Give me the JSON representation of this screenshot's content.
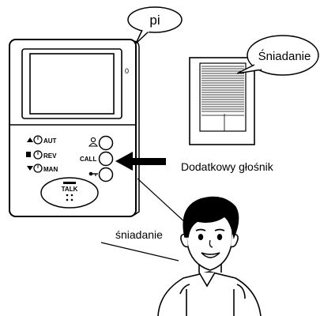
{
  "bubbles": {
    "top_speech": "pi",
    "speaker_speech": "Śniadanie"
  },
  "labels": {
    "speaker_caption": "Dodatkowy głośnik",
    "person_speech": "śniadanie"
  },
  "monitor": {
    "controls": {
      "aut": "AUT",
      "rev": "REV",
      "man": "MAN",
      "call": "CALL",
      "talk": "TALK"
    },
    "indicator": "0"
  }
}
